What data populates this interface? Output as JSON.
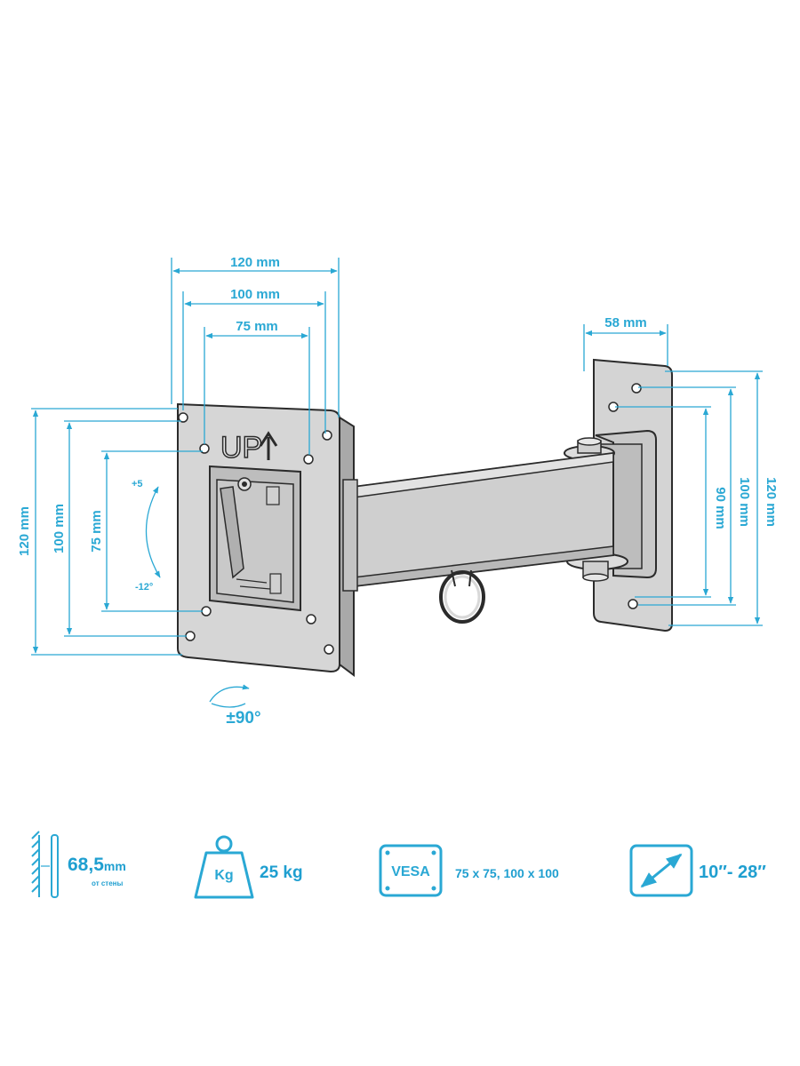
{
  "dimensions": {
    "plate_width_outer": "120 mm",
    "plate_width_mid": "100 mm",
    "plate_width_inner": "75 mm",
    "plate_height_outer": "120 mm",
    "plate_height_mid": "100 mm",
    "plate_height_inner": "75 mm",
    "wall_plate_width": "58 mm",
    "wall_plate_height_outer": "120 mm",
    "wall_plate_height_mid": "100 mm",
    "wall_plate_height_inner": "90 mm",
    "tilt_up": "+5",
    "tilt_down": "-12°",
    "rotation": "±90°",
    "plate_label": "UP"
  },
  "specs": {
    "wall_distance_value": "68,5",
    "wall_distance_unit": "mm",
    "wall_distance_note": "от стены",
    "weight_icon_label": "Kg",
    "weight_value": "25 kg",
    "vesa_icon_label": "VESA",
    "vesa_value": "75 x 75, 100 x 100",
    "screen_size_value": "10″- 28″"
  },
  "colors": {
    "accent": "#2aa8d4",
    "line": "#2b2b2b",
    "metal": "#cfcfcf"
  }
}
